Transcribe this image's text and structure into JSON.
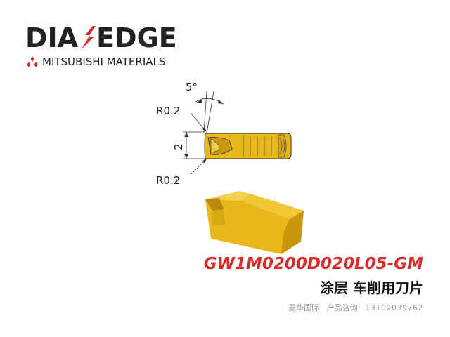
{
  "brand": {
    "name_left": "DIA",
    "name_right": "EDGE",
    "mark_icon": "diaedge-edge-mark-icon",
    "sub_brand": "MITSUBISHI MATERIALS",
    "sub_icon": "mitsubishi-three-diamonds-icon",
    "mark_color": "#d32f2f",
    "text_color": "#222222"
  },
  "drawing": {
    "angle": "5°",
    "radius_top": "R0.2",
    "radius_bottom": "R0.2",
    "width": "2",
    "insert_color": "#e8b81a",
    "insert_shadow": "#b98a0a"
  },
  "product": {
    "code": "GW1M0200D020L05-GM",
    "code_color": "#d62c2c",
    "description": "涂层 车削用刀片"
  },
  "contact": {
    "company": "菱华国际",
    "label": "产品咨询:",
    "phone": "13102039762"
  }
}
